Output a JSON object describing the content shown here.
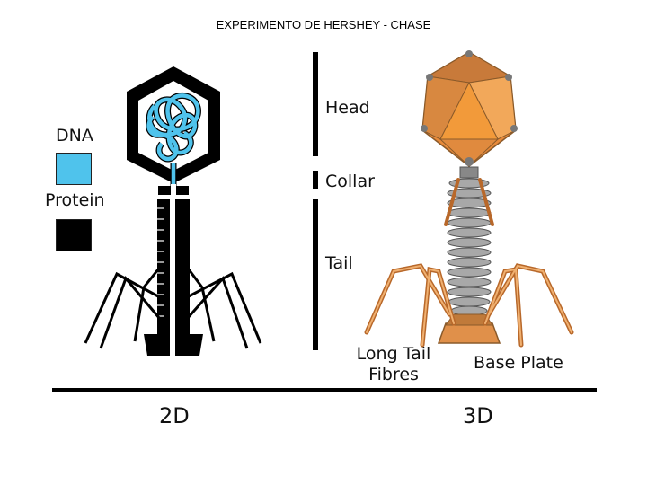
{
  "title": "EXPERIMENTO DE HERSHEY - CHASE",
  "legend": {
    "dna_label": "DNA",
    "dna_color": "#4fc3ec",
    "protein_label": "Protein",
    "protein_color": "#000000"
  },
  "parts": {
    "head": "Head",
    "collar": "Collar",
    "tail": "Tail",
    "long_tail_fibres_line1": "Long Tail",
    "long_tail_fibres_line2": "Fibres",
    "base_plate": "Base Plate"
  },
  "views": {
    "left": "2D",
    "right": "3D"
  },
  "colors": {
    "orange_light": "#f0a860",
    "orange_mid": "#e88a3a",
    "orange_dark": "#b8682a",
    "tail_grey": "#9a9a9a"
  }
}
